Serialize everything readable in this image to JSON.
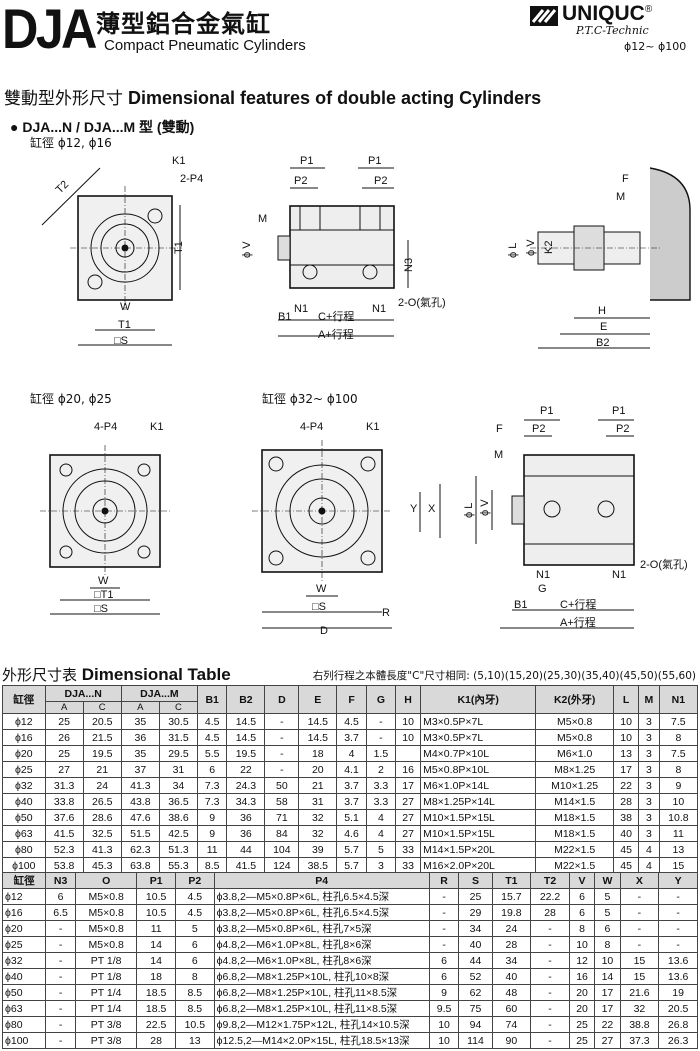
{
  "header": {
    "model": "DJA",
    "title_cn": "薄型鋁合金氣缸",
    "title_en": "Compact Pneumatic Cylinders",
    "brand": "UNIQUC",
    "brand_reg": "®",
    "brand_sub": "P.T.C-Technic",
    "range": "ϕ12~ ϕ100"
  },
  "section": {
    "title_cn": "雙動型外形尺寸",
    "title_en": "Dimensional features of double acting Cylinders",
    "bullet": "●",
    "subtitle": "DJA...N / DJA...M 型 (雙動)",
    "bore_a": "缸徑 ϕ12, ϕ16",
    "bore_b": "缸徑 ϕ20, ϕ25",
    "bore_c": "缸徑 ϕ32~ ϕ100"
  },
  "drawing_labels": {
    "T2": "T2",
    "K1": "K1",
    "P4_2": "2-P4",
    "P4_4": "4-P4",
    "T1": "T1",
    "W": "W",
    "S": "□S",
    "T1b": "□T1",
    "P1": "P1",
    "P2": "P2",
    "M": "M",
    "V": "ϕ V",
    "N3": "N3",
    "N1": "N1",
    "B1": "B1",
    "C_stroke": "C+行程",
    "A_stroke": "A+行程",
    "port": "2-O(氣孔)",
    "F": "F",
    "L": "ϕ L",
    "K2": "K2",
    "H": "H",
    "E": "E",
    "B2": "B2",
    "X": "X",
    "Y": "Y",
    "R": "R",
    "D": "D",
    "G": "G"
  },
  "table1": {
    "title_cn": "外形尺寸表",
    "title_en": "Dimensional Table",
    "note": "右列行程之本體長度\"C\"尺寸相同: (5,10)(15,20)(25,30)(35,40)(45,50)(55,60)",
    "headers": [
      "缸徑",
      "DJA...N",
      "DJA...M",
      "B1",
      "B2",
      "D",
      "E",
      "F",
      "G",
      "H",
      "K1(內牙)",
      "K2(外牙)",
      "L",
      "M",
      "N1"
    ],
    "subheaders": [
      "A",
      "C",
      "A",
      "C"
    ],
    "rows": [
      [
        "ϕ12",
        "25",
        "20.5",
        "35",
        "30.5",
        "4.5",
        "14.5",
        "-",
        "14.5",
        "4.5",
        "-",
        "10",
        "M3×0.5P×7L",
        "M5×0.8",
        "10",
        "3",
        "7.5"
      ],
      [
        "ϕ16",
        "26",
        "21.5",
        "36",
        "31.5",
        "4.5",
        "14.5",
        "-",
        "14.5",
        "3.7",
        "-",
        "10",
        "M3×0.5P×7L",
        "M5×0.8",
        "10",
        "3",
        "8"
      ],
      [
        "ϕ20",
        "25",
        "19.5",
        "35",
        "29.5",
        "5.5",
        "19.5",
        "-",
        "18",
        "4",
        "1.5",
        "",
        "M4×0.7P×10L",
        "M6×1.0",
        "13",
        "3",
        "7.5"
      ],
      [
        "ϕ25",
        "27",
        "21",
        "37",
        "31",
        "6",
        "22",
        "-",
        "20",
        "4.1",
        "2",
        "16",
        "M5×0.8P×10L",
        "M8×1.25",
        "17",
        "3",
        "8"
      ],
      [
        "ϕ32",
        "31.3",
        "24",
        "41.3",
        "34",
        "7.3",
        "24.3",
        "50",
        "21",
        "3.7",
        "3.3",
        "17",
        "M6×1.0P×14L",
        "M10×1.25",
        "22",
        "3",
        "9"
      ],
      [
        "ϕ40",
        "33.8",
        "26.5",
        "43.8",
        "36.5",
        "7.3",
        "34.3",
        "58",
        "31",
        "3.7",
        "3.3",
        "27",
        "M8×1.25P×14L",
        "M14×1.5",
        "28",
        "3",
        "10"
      ],
      [
        "ϕ50",
        "37.6",
        "28.6",
        "47.6",
        "38.6",
        "9",
        "36",
        "71",
        "32",
        "5.1",
        "4",
        "27",
        "M10×1.5P×15L",
        "M18×1.5",
        "38",
        "3",
        "10.8"
      ],
      [
        "ϕ63",
        "41.5",
        "32.5",
        "51.5",
        "42.5",
        "9",
        "36",
        "84",
        "32",
        "4.6",
        "4",
        "27",
        "M10×1.5P×15L",
        "M18×1.5",
        "40",
        "3",
        "11"
      ],
      [
        "ϕ80",
        "52.3",
        "41.3",
        "62.3",
        "51.3",
        "11",
        "44",
        "104",
        "39",
        "5.7",
        "5",
        "33",
        "M14×1.5P×20L",
        "M22×1.5",
        "45",
        "4",
        "13"
      ],
      [
        "ϕ100",
        "53.8",
        "45.3",
        "63.8",
        "55.3",
        "8.5",
        "41.5",
        "124",
        "38.5",
        "5.7",
        "3",
        "33",
        "M16×2.0P×20L",
        "M22×1.5",
        "45",
        "4",
        "15"
      ]
    ]
  },
  "table2": {
    "headers": [
      "缸徑",
      "N3",
      "O",
      "P1",
      "P2",
      "P4",
      "R",
      "S",
      "T1",
      "T2",
      "V",
      "W",
      "X",
      "Y"
    ],
    "rows": [
      [
        "ϕ12",
        "6",
        "M5×0.8",
        "10.5",
        "4.5",
        "ϕ3.8,2—M5×0.8P×6L, 柱孔6.5×4.5深",
        "-",
        "25",
        "15.7",
        "22.2",
        "6",
        "5",
        "-",
        "-"
      ],
      [
        "ϕ16",
        "6.5",
        "M5×0.8",
        "10.5",
        "4.5",
        "ϕ3.8,2—M5×0.8P×6L, 柱孔6.5×4.5深",
        "-",
        "29",
        "19.8",
        "28",
        "6",
        "5",
        "-",
        "-"
      ],
      [
        "ϕ20",
        "-",
        "M5×0.8",
        "11",
        "5",
        "ϕ3.8,2—M5×0.8P×6L, 柱孔7×5深",
        "-",
        "34",
        "24",
        "-",
        "8",
        "6",
        "-",
        "-"
      ],
      [
        "ϕ25",
        "-",
        "M5×0.8",
        "14",
        "6",
        "ϕ4.8,2—M6×1.0P×8L, 柱孔8×6深",
        "-",
        "40",
        "28",
        "-",
        "10",
        "8",
        "-",
        "-"
      ],
      [
        "ϕ32",
        "-",
        "PT 1/8",
        "14",
        "6",
        "ϕ4.8,2—M6×1.0P×8L, 柱孔8×6深",
        "6",
        "44",
        "34",
        "-",
        "12",
        "10",
        "15",
        "13.6"
      ],
      [
        "ϕ40",
        "-",
        "PT 1/8",
        "18",
        "8",
        "ϕ6.8,2—M8×1.25P×10L, 柱孔10×8深",
        "6",
        "52",
        "40",
        "-",
        "16",
        "14",
        "15",
        "13.6"
      ],
      [
        "ϕ50",
        "-",
        "PT 1/4",
        "18.5",
        "8.5",
        "ϕ6.8,2—M8×1.25P×10L, 柱孔11×8.5深",
        "9",
        "62",
        "48",
        "-",
        "20",
        "17",
        "21.6",
        "19"
      ],
      [
        "ϕ63",
        "-",
        "PT 1/4",
        "18.5",
        "8.5",
        "ϕ6.8,2—M8×1.25P×10L, 柱孔11×8.5深",
        "9.5",
        "75",
        "60",
        "-",
        "20",
        "17",
        "32",
        "20.5"
      ],
      [
        "ϕ80",
        "-",
        "PT 3/8",
        "22.5",
        "10.5",
        "ϕ9.8,2—M12×1.75P×12L, 柱孔14×10.5深",
        "10",
        "94",
        "74",
        "-",
        "25",
        "22",
        "38.8",
        "26.8"
      ],
      [
        "ϕ100",
        "-",
        "PT 3/8",
        "28",
        "13",
        "ϕ12.5,2—M14×2.0P×15L, 柱孔18.5×13深",
        "10",
        "114",
        "90",
        "-",
        "25",
        "27",
        "37.3",
        "26.3"
      ]
    ]
  }
}
